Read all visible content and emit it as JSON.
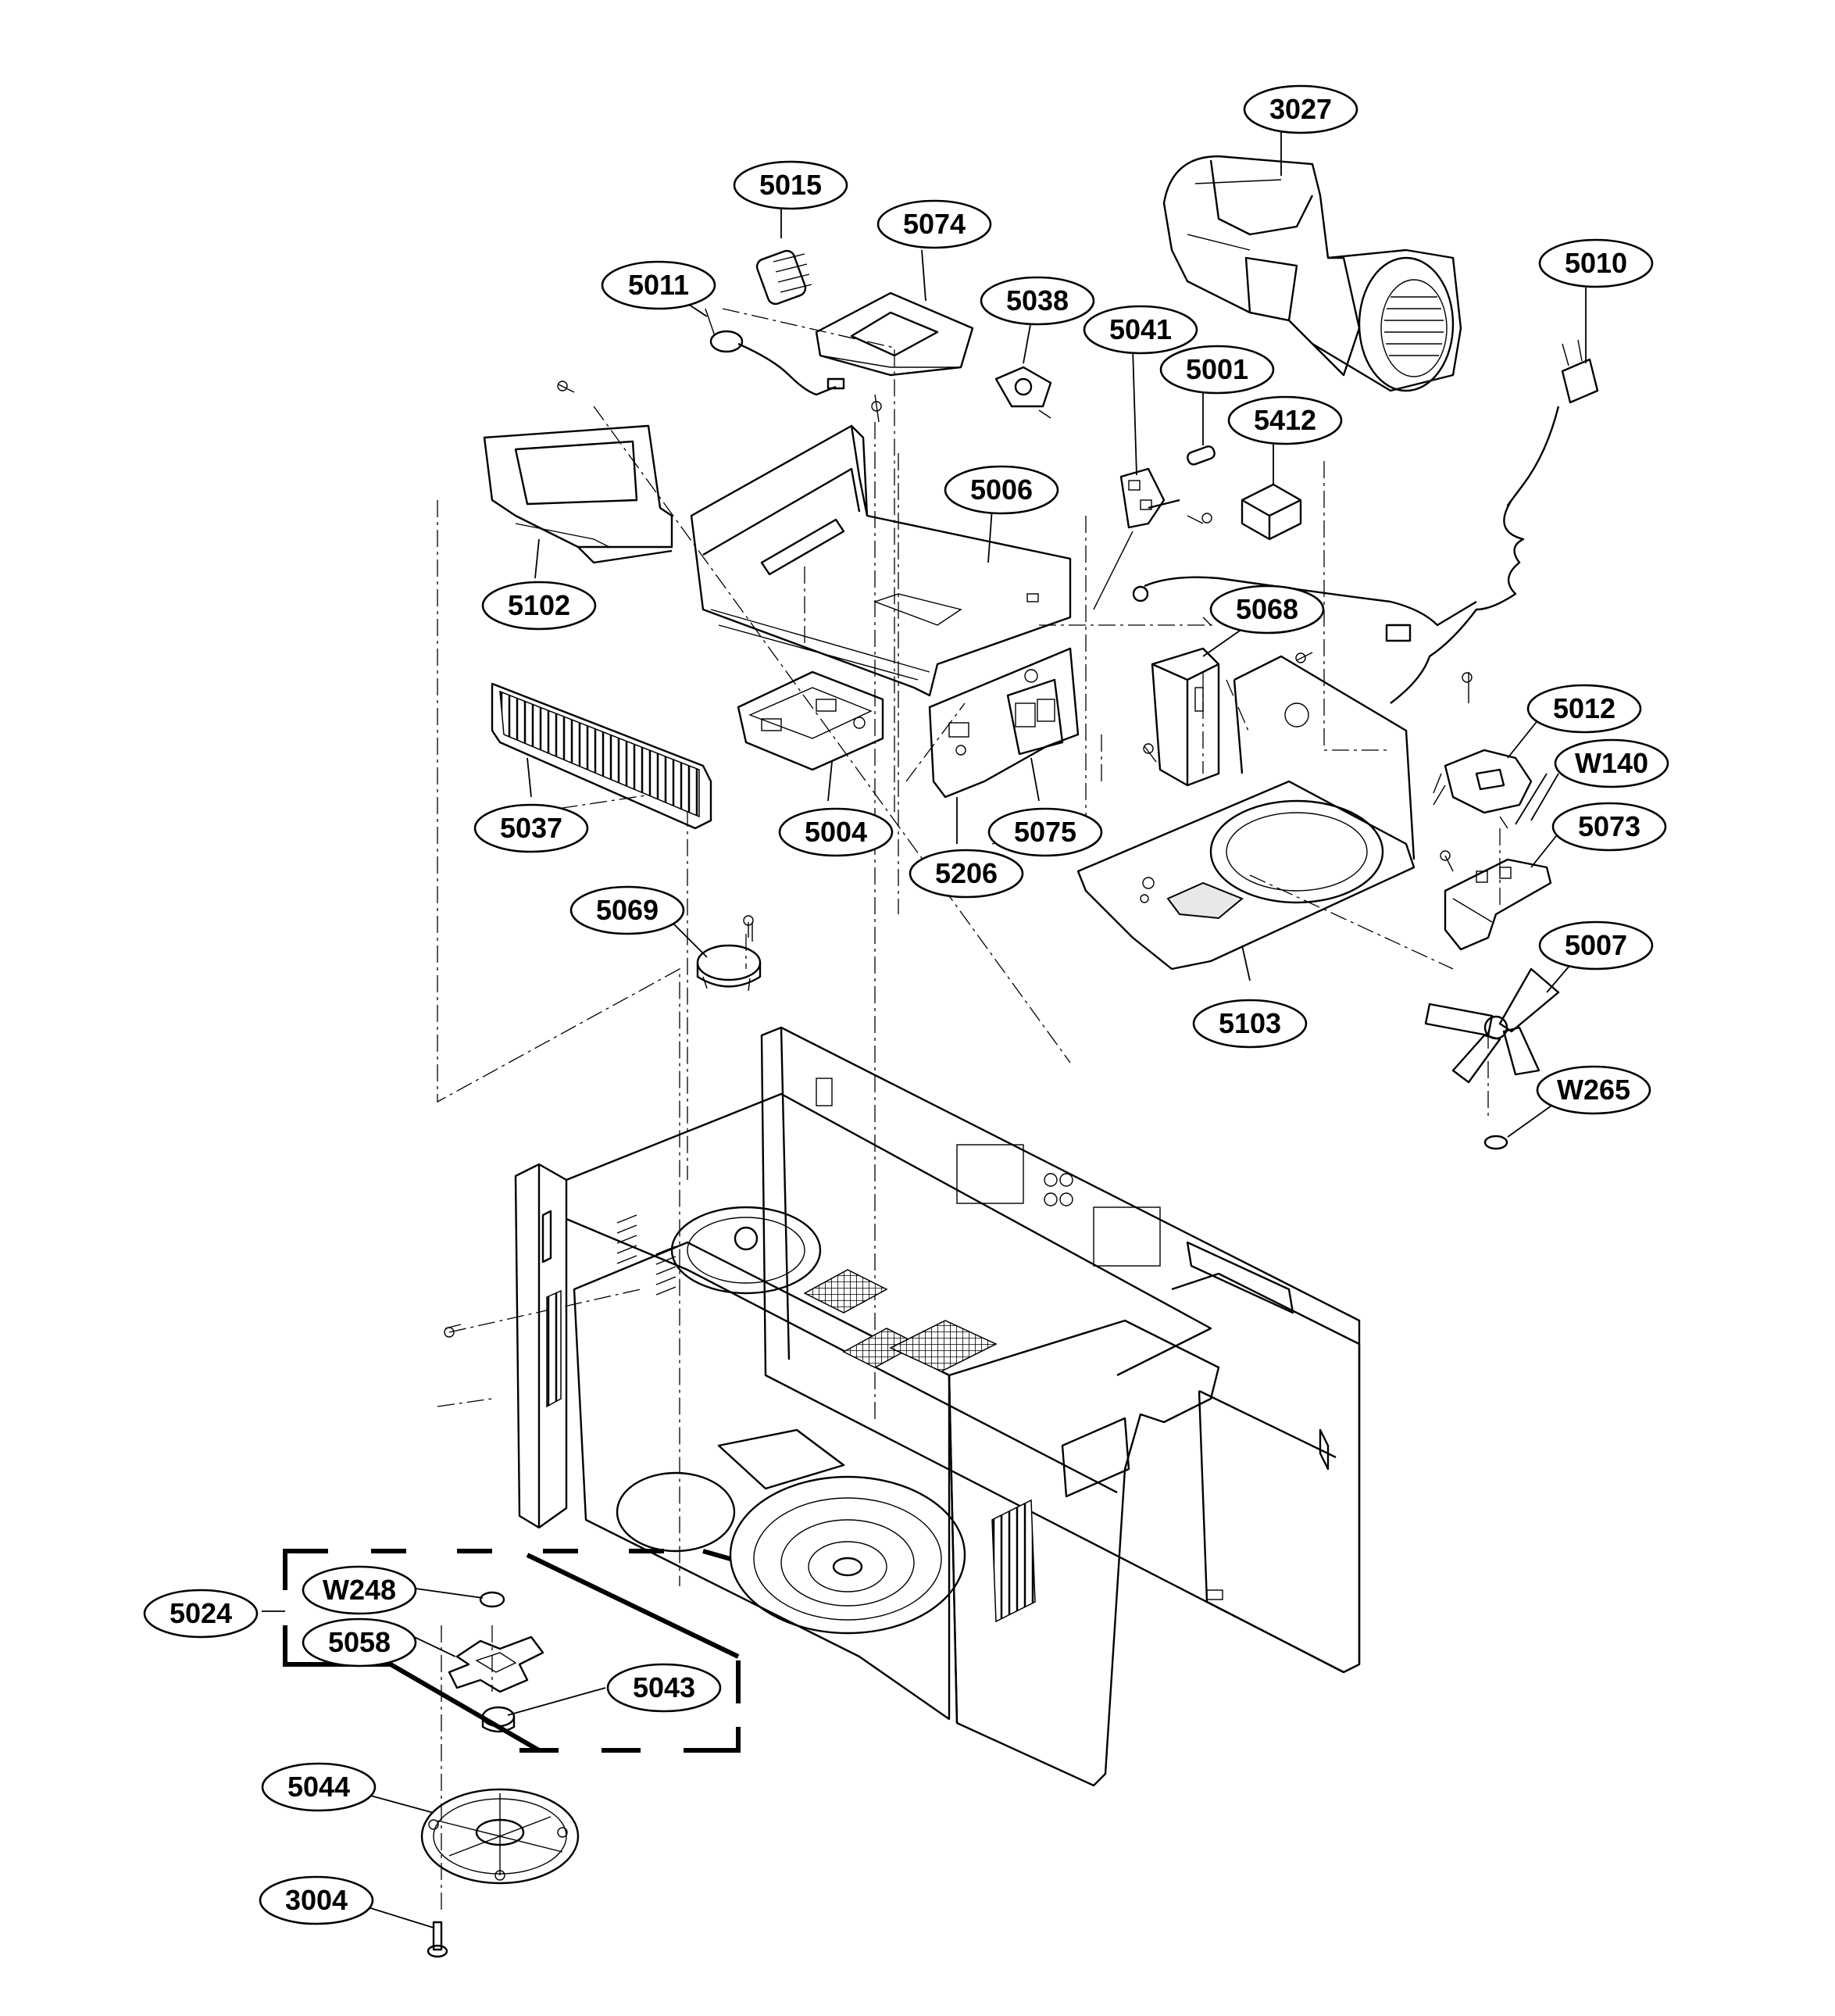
{
  "callouts": [
    {
      "id": "c3027",
      "label": "3027"
    },
    {
      "id": "c5015",
      "label": "5015"
    },
    {
      "id": "c5074",
      "label": "5074"
    },
    {
      "id": "c5010",
      "label": "5010"
    },
    {
      "id": "c5011",
      "label": "5011"
    },
    {
      "id": "c5038",
      "label": "5038"
    },
    {
      "id": "c5041",
      "label": "5041"
    },
    {
      "id": "c5001",
      "label": "5001"
    },
    {
      "id": "c5412",
      "label": "5412"
    },
    {
      "id": "c5006",
      "label": "5006"
    },
    {
      "id": "c5102",
      "label": "5102"
    },
    {
      "id": "c5068",
      "label": "5068"
    },
    {
      "id": "c5012",
      "label": "5012"
    },
    {
      "id": "cW140",
      "label": "W140"
    },
    {
      "id": "c5073",
      "label": "5073"
    },
    {
      "id": "c5037",
      "label": "5037"
    },
    {
      "id": "c5004",
      "label": "5004"
    },
    {
      "id": "c5075",
      "label": "5075"
    },
    {
      "id": "c5206",
      "label": "5206"
    },
    {
      "id": "c5069",
      "label": "5069"
    },
    {
      "id": "c5007",
      "label": "5007"
    },
    {
      "id": "c5103",
      "label": "5103"
    },
    {
      "id": "cW265",
      "label": "W265"
    },
    {
      "id": "c5024",
      "label": "5024"
    },
    {
      "id": "cW248",
      "label": "W248"
    },
    {
      "id": "c5058",
      "label": "5058"
    },
    {
      "id": "c5043",
      "label": "5043"
    },
    {
      "id": "c5044",
      "label": "5044"
    },
    {
      "id": "c3004",
      "label": "3004"
    }
  ]
}
